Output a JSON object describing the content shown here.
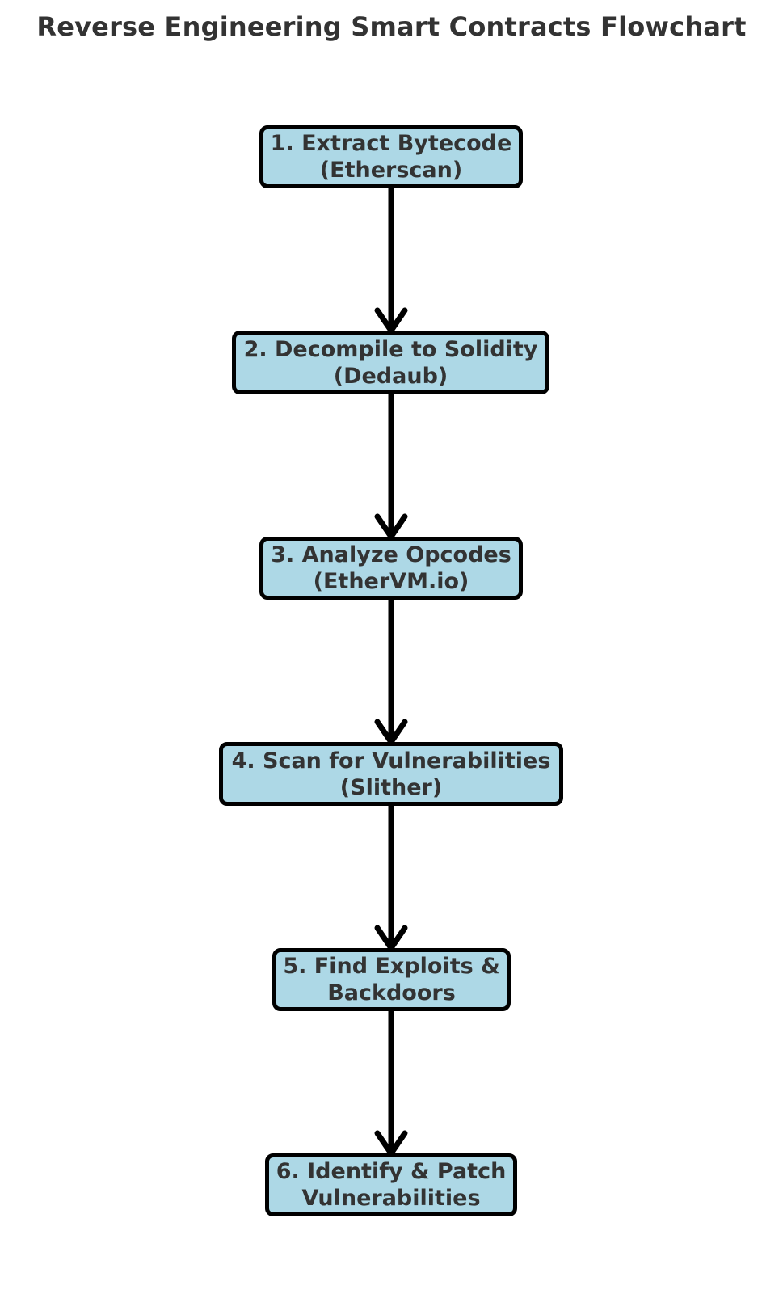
{
  "title": "Reverse Engineering Smart Contracts Flowchart",
  "colors": {
    "node_fill": "#add8e6",
    "node_border": "#000000",
    "text": "#333333",
    "arrow": "#000000",
    "background": "#ffffff"
  },
  "steps": [
    {
      "line1": "1. Extract Bytecode",
      "line2": "(Etherscan)"
    },
    {
      "line1": "2. Decompile to Solidity",
      "line2": "(Dedaub)"
    },
    {
      "line1": "3. Analyze Opcodes",
      "line2": "(EtherVM.io)"
    },
    {
      "line1": "4. Scan for Vulnerabilities",
      "line2": "(Slither)"
    },
    {
      "line1": "5. Find Exploits &",
      "line2": "Backdoors"
    },
    {
      "line1": "6. Identify & Patch",
      "line2": "Vulnerabilities"
    }
  ],
  "connections": [
    {
      "from": 1,
      "to": 2
    },
    {
      "from": 2,
      "to": 3
    },
    {
      "from": 3,
      "to": 4
    },
    {
      "from": 4,
      "to": 5
    },
    {
      "from": 5,
      "to": 6
    }
  ]
}
